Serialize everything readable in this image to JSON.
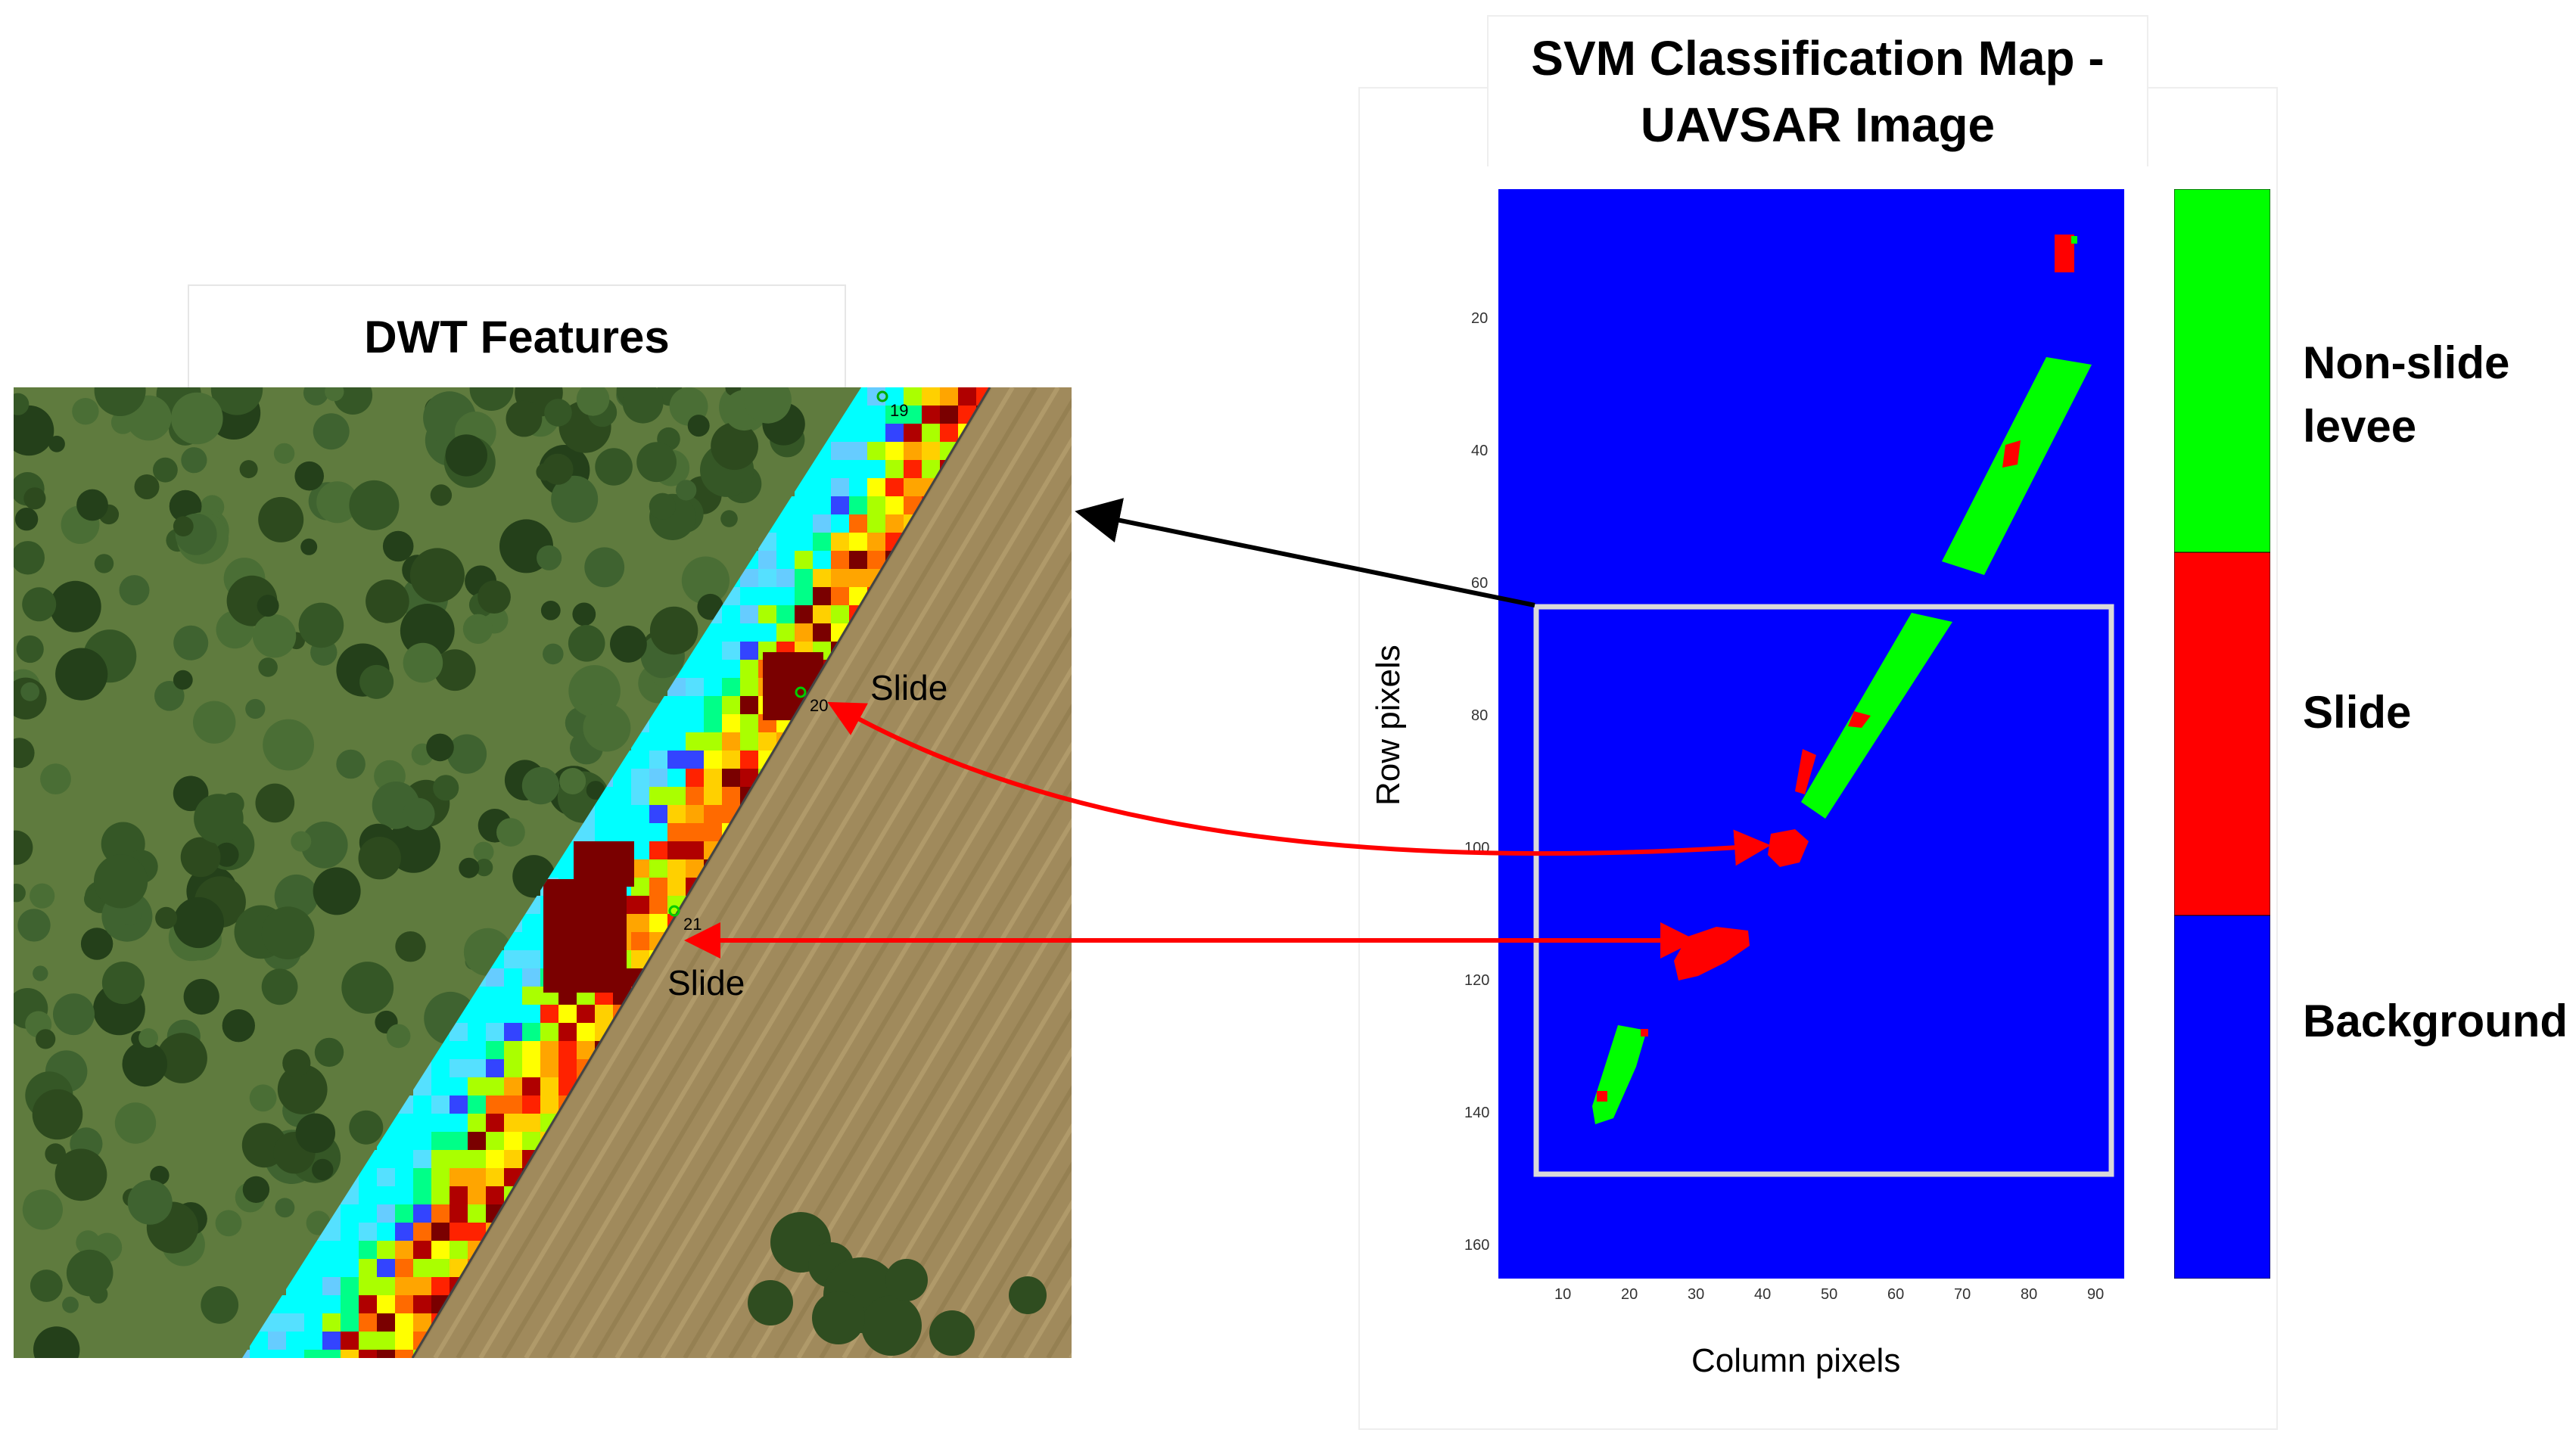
{
  "dwt_panel": {
    "title": "DWT Features"
  },
  "svm_panel": {
    "title_line1": "SVM Classification Map -",
    "title_line2": "UAVSAR Image",
    "y_axis_label": "Row pixels",
    "x_axis_label": "Column pixels",
    "y_ticks": [
      "20",
      "40",
      "60",
      "80",
      "100",
      "120",
      "140",
      "160"
    ],
    "x_ticks": [
      "10",
      "20",
      "30",
      "40",
      "50",
      "60",
      "70",
      "80",
      "90"
    ]
  },
  "legend": {
    "items": [
      {
        "line1": "Non-slide",
        "line2": "levee",
        "color": "#00ff00"
      },
      {
        "line1": "Slide",
        "line2": "",
        "color": "#ff0000"
      },
      {
        "line1": "Background",
        "line2": "",
        "color": "#0000ff"
      }
    ]
  },
  "annotations": {
    "slide_label_1": "Slide",
    "slide_label_2": "Slide",
    "point_19": "19",
    "point_20": "20",
    "point_21": "21"
  },
  "colors": {
    "background_class": "#0000ff",
    "slide_class": "#ff0000",
    "levee_class": "#00ff00",
    "arrow_red": "#ff0000",
    "arrow_black": "#000000"
  }
}
